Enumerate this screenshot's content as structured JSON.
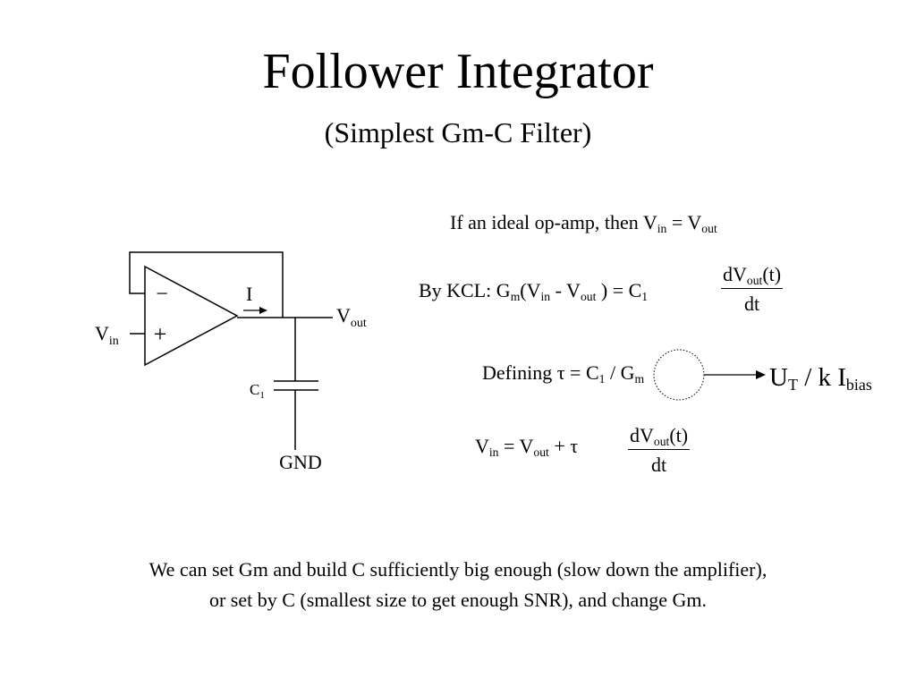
{
  "slide": {
    "title": "Follower Integrator",
    "subtitle": "(Simplest Gm-C Filter)"
  },
  "circuit": {
    "minus_sign": "−",
    "plus_sign": "+",
    "current_label": "I",
    "vin_label": "V",
    "vin_sub": "in",
    "vout_label": "V",
    "vout_sub": "out",
    "cap_label": "C",
    "cap_sub": "1",
    "gnd_label": "GND"
  },
  "equations": {
    "ideal": {
      "prefix": "If an ideal op-amp, then V",
      "sub1": "in",
      "mid": " = V",
      "sub2": "out"
    },
    "kcl": {
      "prefix": "By KCL: G",
      "sub_m": "m",
      "p2": "(V",
      "sub_in": "in",
      "p3": " - V",
      "sub_out": "out",
      "p4": " ) = C",
      "sub_1": "1",
      "num_d": "dV",
      "num_sub": "out",
      "num_t": "(t)",
      "den": "dt"
    },
    "define": {
      "prefix": "Defining τ = C",
      "sub_1": "1",
      "slash": " / ",
      "g": "G",
      "sub_m": "m"
    },
    "gm_result": {
      "u": "U",
      "u_sub": "T",
      "mid": " / k I",
      "bias_sub": "bias"
    },
    "final": {
      "v1": "V",
      "sub_in": "in",
      "mid": " = V",
      "sub_out": "out",
      "tail": " + τ",
      "num_d": "dV",
      "num_sub": "out",
      "num_t": "(t)",
      "den": "dt"
    }
  },
  "footer": {
    "line1": "We can set Gm and build C sufficiently big enough (slow down the amplifier),",
    "line2": "or set by C (smallest size to get enough SNR), and change Gm."
  }
}
